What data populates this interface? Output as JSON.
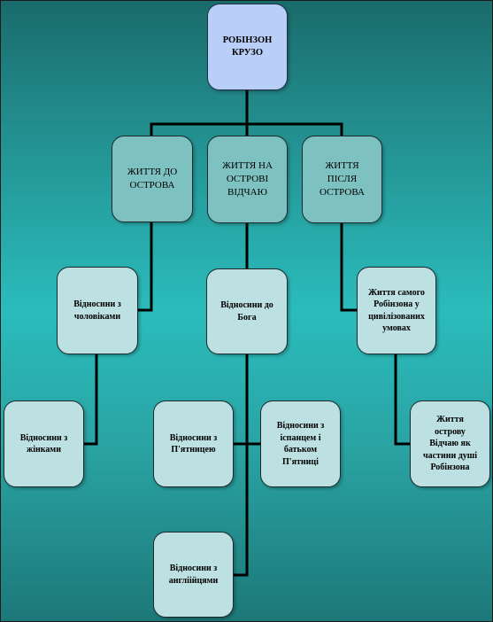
{
  "diagram": {
    "root": "РОБІНЗОН\nКРУЗО",
    "life_before": "ЖИТТЯ ДО\nОСТРОВА",
    "life_on": "ЖИТТЯ НА\nОСТРОВІ\nВІДЧАЮ",
    "life_after": "ЖИТТЯ\nПІСЛЯ\nОСТРОВА",
    "relations_people": "Відносини з\nчоловіками",
    "relations_women": "Відносини з\nжінками",
    "relations_god": "Відносини до\nБога",
    "relations_friday": "Відносини з\nП'ятницею",
    "relations_spaniard": "Відносини з\nіспанцем і\nбатьком\nП'ятниці",
    "relations_english": "Відносини з\nангліійцями",
    "life_self": "Життя самого\nРобінзона у\nцивілізованих\nумовах",
    "island_life": "Життя\nострову\nВідчаю як\nчастини душі\nРобінзона"
  },
  "colors": {
    "background_top": "#1a6b6b",
    "background_mid": "#2bbcbc",
    "root_fill": "#b9cff7",
    "level1_fill": "#7ec1c1",
    "leaf_fill": "#bde0e3",
    "connector": "#000000"
  }
}
